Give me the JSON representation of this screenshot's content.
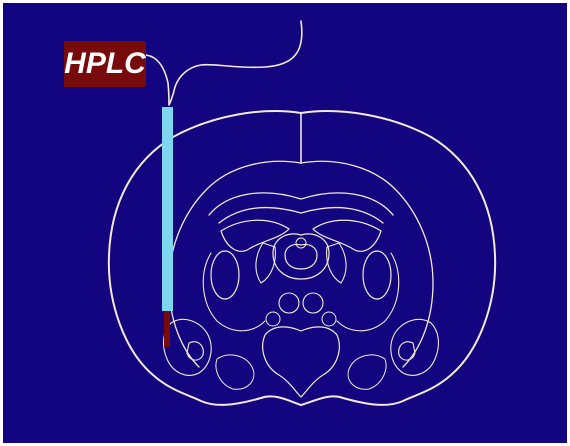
{
  "diagram": {
    "label": "HPLC",
    "colors": {
      "background": "#13047f",
      "outline": "#f2ead7",
      "probe": "#7ed6ef",
      "probe_tip": "#7a0a0a",
      "label_box": "#770a0a",
      "label_text": "#ffffff"
    },
    "icons": [
      "probe",
      "tubing",
      "brain-section"
    ]
  }
}
